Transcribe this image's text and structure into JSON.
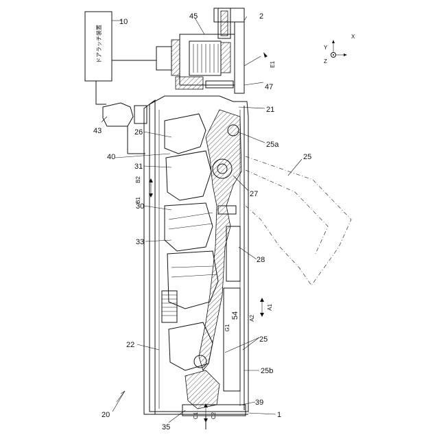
{
  "device_label": "ドアラッチ装置",
  "labels": {
    "l10": "10",
    "l2": "2",
    "l45": "45",
    "l47": "47",
    "l21": "21",
    "l25a": "25a",
    "l43": "43",
    "l26": "26",
    "l40": "40",
    "l31": "31",
    "l25_top": "25",
    "l27": "27",
    "l30": "30",
    "l33": "33",
    "l28": "28",
    "l22": "22",
    "l54": "54",
    "l25_bot": "25",
    "l25b": "25b",
    "l20": "20",
    "l39": "39",
    "l35": "35",
    "l1": "1",
    "lB1": "B1",
    "lB2": "B2",
    "lA1": "A1",
    "lA2": "A2",
    "lG1": "G1",
    "lC1": "C1",
    "lC2": "C2",
    "lE1": "E1"
  },
  "axes": {
    "x": "X",
    "y": "Y",
    "z": "Z"
  }
}
